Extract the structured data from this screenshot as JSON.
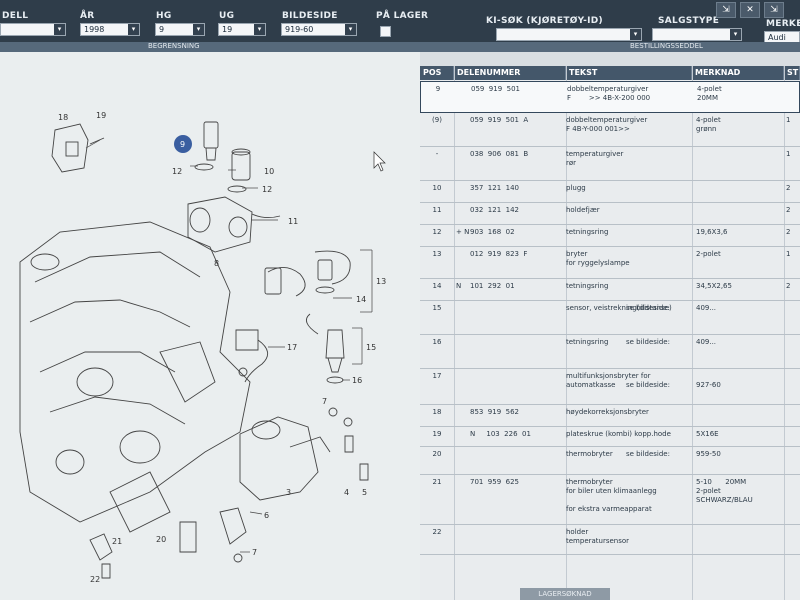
{
  "filters": {
    "model_label": "DELL",
    "model_value": "",
    "year_label": "ÅR",
    "year_value": "1998",
    "hg_label": "HG",
    "hg_value": "9",
    "ug_label": "UG",
    "ug_value": "19",
    "bildeside_label": "BILDESIDE",
    "bildeside_value": "919-60",
    "pa_lager_label": "PÅ LAGER",
    "kisok_label": "KI-SØK (KJØRETØY-ID)",
    "kisok_value": "",
    "salgstype_label": "SALGSTYPE",
    "salgstype_value": "",
    "merkekode_label": "MERKEKO",
    "merkekode_value": "Audi"
  },
  "subbar": {
    "begrensning": "BEGRENSNING",
    "bestillingsseddel": "BESTILLINGSSEDDEL"
  },
  "table": {
    "headers": {
      "pos": "POS",
      "delenummer": "DELENUMMER",
      "tekst": "TEKST",
      "merknad": "MERKNAD",
      "extra": "ST"
    },
    "rows": [
      {
        "pos": "9",
        "pre": "",
        "num": "059  919  501",
        "text": "dobbeltemperaturgiver\nF        >> 4B-X-200 000",
        "right": "",
        "note": "4-polet\n20MM",
        "x": "",
        "sel": true
      },
      {
        "pos": "(9)",
        "pre": "",
        "num": "059  919  501  A",
        "text": "dobbeltemperaturgiver\nF 4B-Y-000 001>>",
        "right": "",
        "note": "4-polet\ngrønn",
        "x": "1",
        "sel": false
      },
      {
        "pos": "-",
        "pre": "",
        "num": "038  906  081  B",
        "text": "temperaturgiver\nrør",
        "right": "",
        "note": "",
        "x": "1",
        "sel": false
      },
      {
        "pos": "10",
        "pre": "",
        "num": "357  121  140",
        "text": "plugg",
        "right": "",
        "note": "",
        "x": "2",
        "sel": false
      },
      {
        "pos": "11",
        "pre": "",
        "num": "032  121  142",
        "text": "holdefjær",
        "right": "",
        "note": "",
        "x": "2",
        "sel": false
      },
      {
        "pos": "12",
        "pre": "+ N",
        "num": "903  168  02",
        "text": "tetningsring",
        "right": "",
        "note": "19,6X3,6",
        "x": "2",
        "sel": false
      },
      {
        "pos": "13",
        "pre": "",
        "num": "012  919  823  F",
        "text": "bryter\nfor ryggelyslampe",
        "right": "",
        "note": "2-polet",
        "x": "1",
        "sel": false
      },
      {
        "pos": "14",
        "pre": "N",
        "num": "101  292  01",
        "text": "tetningsring",
        "right": "",
        "note": "34,5X2,65",
        "x": "2",
        "sel": false
      },
      {
        "pos": "15",
        "pre": "",
        "num": "",
        "text": "sensor, veistrekning(distanse)",
        "right": "se bildeside:",
        "note": "409...",
        "x": "",
        "sel": false
      },
      {
        "pos": "16",
        "pre": "",
        "num": "",
        "text": "tetningsring",
        "right": "se bildeside:",
        "note": "409...",
        "x": "",
        "sel": false
      },
      {
        "pos": "17",
        "pre": "",
        "num": "",
        "text": "multifunksjonsbryter for\nautomatkasse",
        "right": "\nse bildeside:",
        "note": "\n927-60",
        "x": "",
        "sel": false
      },
      {
        "pos": "18",
        "pre": "",
        "num": "853  919  562",
        "text": "høydekorreksjonsbryter",
        "right": "",
        "note": "",
        "x": "",
        "sel": false
      },
      {
        "pos": "19",
        "pre": "",
        "num": "N     103  226  01",
        "text": "plateskrue (kombi) kopp.hode",
        "right": "",
        "note": "5X16E",
        "x": "",
        "sel": false
      },
      {
        "pos": "20",
        "pre": "",
        "num": "",
        "text": "thermobryter",
        "right": "se bildeside:",
        "note": "959-50",
        "x": "",
        "sel": false
      },
      {
        "pos": "21",
        "pre": "",
        "num": "701  959  625",
        "text": "thermobryter\nfor biler uten klimaanlegg\n\nfor ekstra varmeapparat",
        "right": "",
        "note": "5-10      20MM\n2-polet\nSCHWARZ/BLAU",
        "x": "",
        "sel": false
      },
      {
        "pos": "22",
        "pre": "",
        "num": "",
        "text": "holder\ntemperatursensor",
        "right": "",
        "note": "",
        "x": "",
        "sel": false
      }
    ]
  },
  "diagram_labels": {
    "l18": "18",
    "l19": "19",
    "l9": "9",
    "l10": "10",
    "l12a": "12",
    "l12b": "12",
    "l11": "11",
    "l8": "8",
    "l13": "13",
    "l14": "14",
    "l17": "17",
    "l15": "15",
    "l16": "16",
    "l7": "7",
    "l3": "3",
    "l4": "4",
    "l5": "5",
    "l6": "6",
    "l20": "20",
    "l21": "21",
    "l22": "22",
    "l7b": "7"
  },
  "footer": "LAGERSØKNAD",
  "colors": {
    "selected_callout": "#3a5ea0",
    "header": "#44576a",
    "topbar": "#2f3d4a"
  }
}
